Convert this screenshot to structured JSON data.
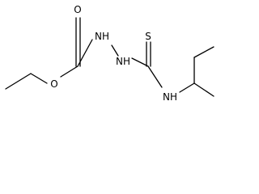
{
  "molecule": {
    "atoms": {
      "carbonyl_oxygen": "O",
      "ester_oxygen": "O",
      "hydrazine_nh_1": "NH",
      "hydrazine_nh_2": "NH",
      "thione_sulfur": "S",
      "amide_nh": "NH"
    }
  }
}
